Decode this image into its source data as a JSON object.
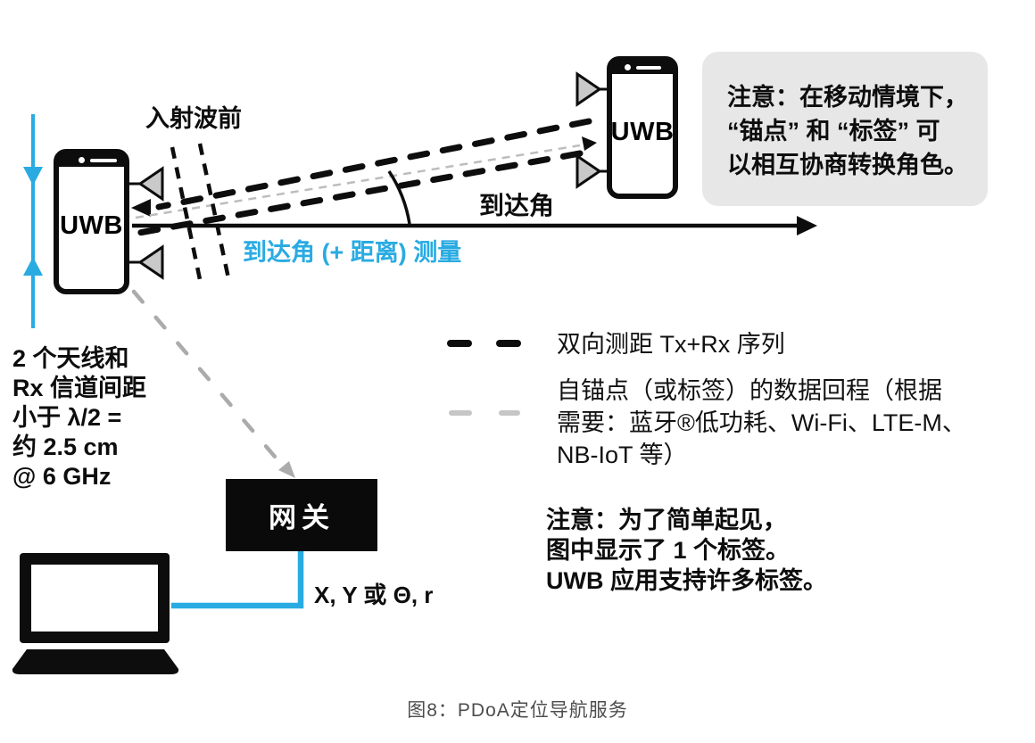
{
  "colors": {
    "accent_cyan": "#29ABE2",
    "note_background": "#E7E7E7",
    "backhaul_gray": "#AFAFAF",
    "ink": "#0d0d0d"
  },
  "diagram": {
    "anchor_phone_label": "UWB",
    "tag_phone_label": "UWB",
    "wavefront_label": "入射波前",
    "aoa_label": "到达角",
    "aoa_measurement_label": "到达角 (+ 距离) 测量",
    "antenna_spacing_note": {
      "lines": [
        "2 个天线和",
        "Rx 信道间距",
        "小于 λ/2 =",
        "约 2.5 cm",
        "@ 6 GHz"
      ]
    },
    "gateway_label": "网关",
    "coordinates_label": "X, Y 或 Θ, r"
  },
  "mobility_note": {
    "lines": [
      "注意：在移动情境下，",
      "“锚点” 和 “标签” 可",
      "以相互协商转换角色。"
    ]
  },
  "legend": {
    "ranging_label": "双向测距 Tx+Rx 序列",
    "backhaul_lines": [
      "自锚点（或标签）的数据回程（根据",
      "需要：蓝牙®低功耗、Wi-Fi、LTE-M、",
      "NB-IoT 等）"
    ]
  },
  "tag_note": {
    "lines": [
      "注意：为了简单起见，",
      "图中显示了 1 个标签。",
      "UWB 应用支持许多标签。"
    ]
  },
  "caption": "图8：PDoA定位导航服务"
}
